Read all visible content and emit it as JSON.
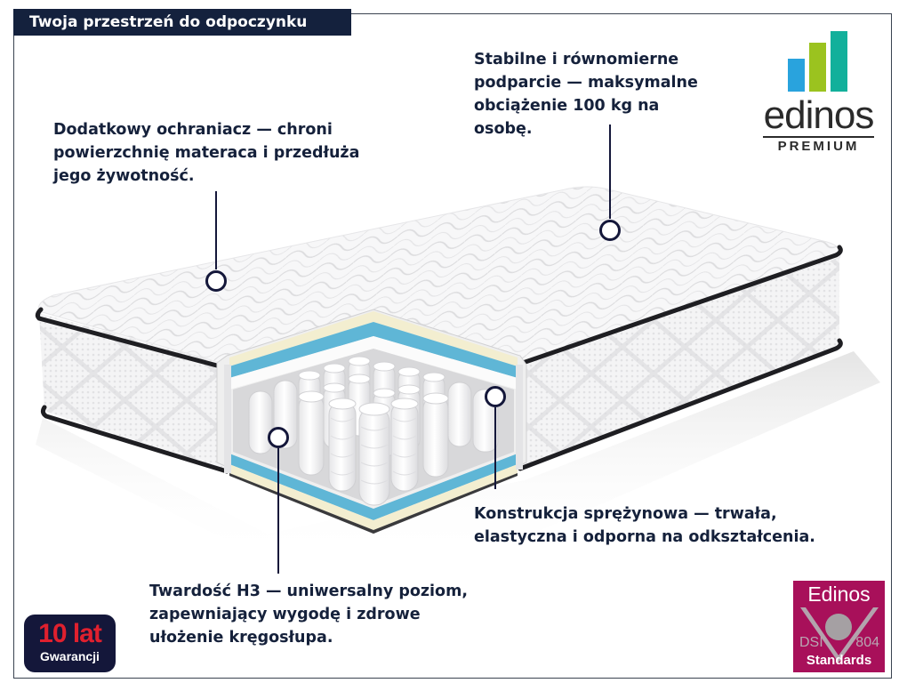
{
  "header": {
    "title": "Twoja przestrzeń do odpoczynku"
  },
  "callouts": [
    {
      "id": "protector",
      "text": "Dodatkowy ochraniacz — chroni\npowierzchnię materaca i przedłuża\njego żywotność."
    },
    {
      "id": "support",
      "text": "Stabilne i równomierne\npodparcie — maksymalne\nobciążenie 100 kg na\nosobę."
    },
    {
      "id": "springs",
      "text": "Konstrukcja sprężynowa — trwała,\nelastyczna i odporna na odkształcenia."
    },
    {
      "id": "firmness",
      "text": "Twardość H3 — uniwersalny poziom,\nzapewniający wygodę i zdrowe\nułożenie kręgosłupa."
    }
  ],
  "brand_logo": {
    "name": "edinos",
    "tier": "PREMIUM",
    "bar_colors": [
      "#29a3dd",
      "#9bc31f",
      "#12b09b"
    ]
  },
  "warranty_badge": {
    "years": "10 lat",
    "label": "Gwarancji",
    "bg_color": "#14173a",
    "years_color": "#e0202e"
  },
  "standards_badge": {
    "brand": "Edinos",
    "code_left": "DSI",
    "code_right": "804",
    "label": "Standards",
    "bg_color": "#a8105a"
  },
  "colors": {
    "text": "#15213b",
    "title_bg": "#14213d",
    "marker_ring": "#14173a",
    "foam_blue": "#5fb6d6",
    "foam_cream": "#f3eed0",
    "piping": "#1e1e22"
  }
}
